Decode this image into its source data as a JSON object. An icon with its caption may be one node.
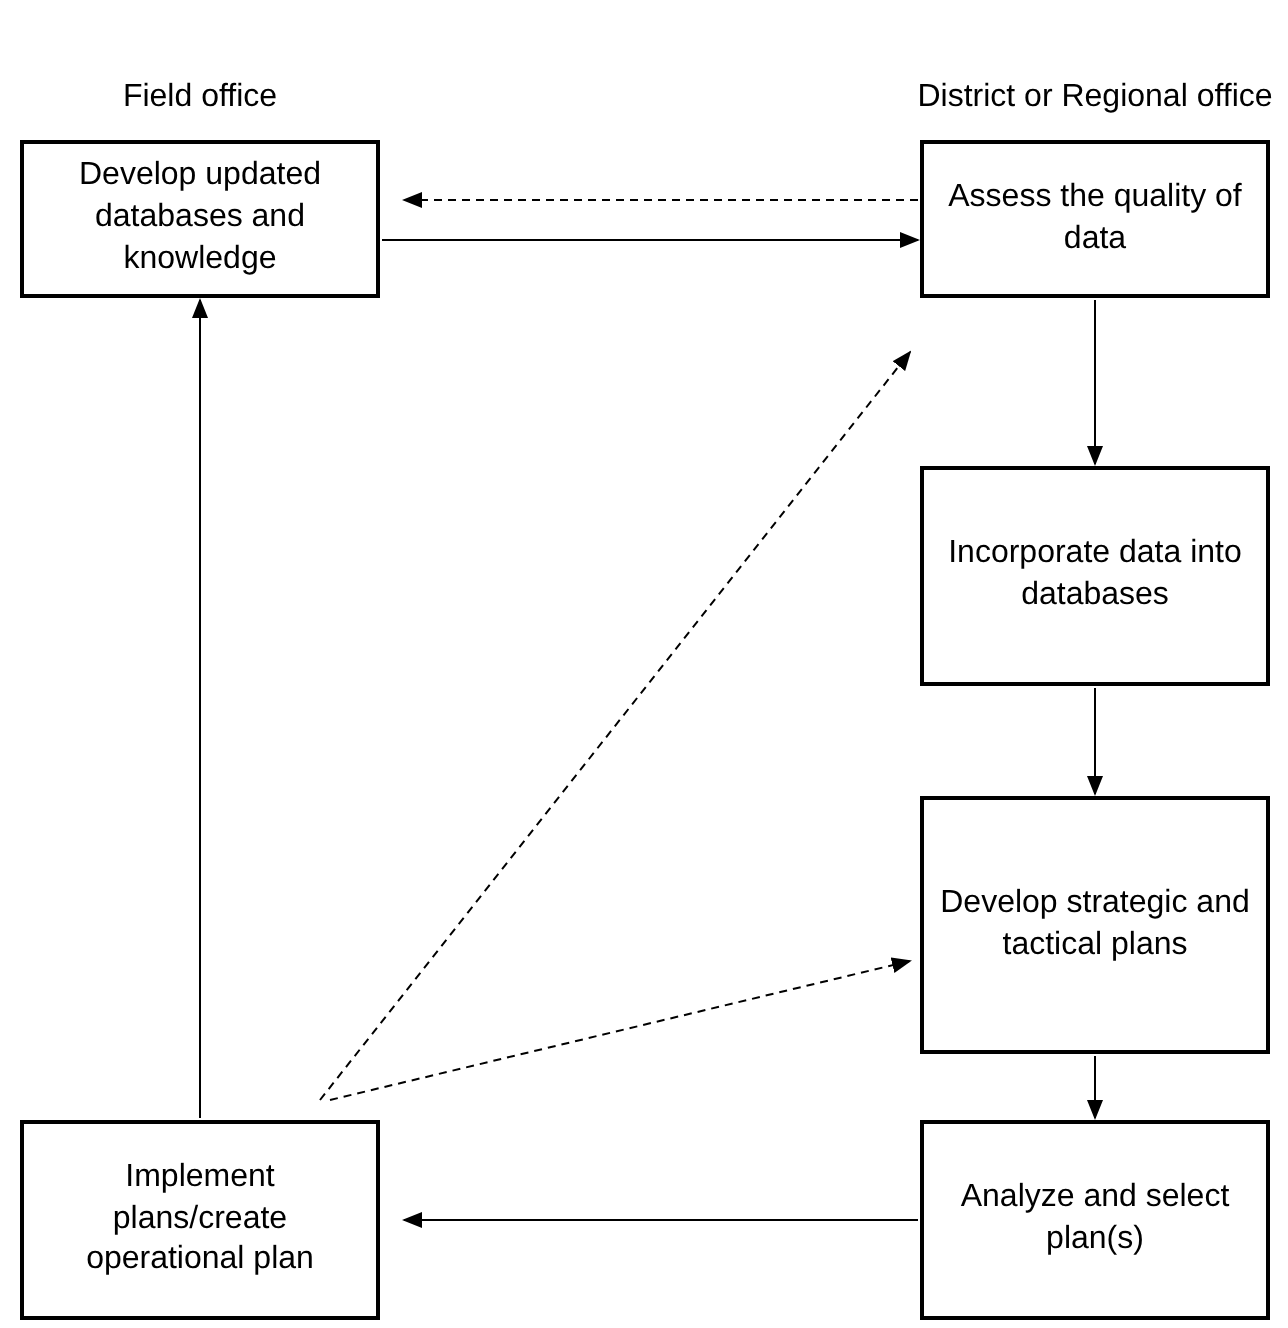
{
  "diagram": {
    "nodes": [
      {
        "text": [
          "Field office",
          "Develop updated databases and knowledge"
        ]
      },
      {
        "text": [
          "District or Regional office",
          "Assess the quality of data"
        ]
      },
      {
        "text": [
          "Incorporate data into databases"
        ]
      },
      {
        "text": [
          "Develop strategic and tactical plans"
        ]
      },
      {
        "text": [
          "Analyze and select plan(s)"
        ]
      },
      {
        "text": [
          "Implement plans/create operational plan"
        ]
      }
    ],
    "edges": [
      {
        "from": 1,
        "to": 0,
        "arrow": "to",
        "style": "dashed"
      },
      {
        "from": 0,
        "to": 1,
        "arrow": "to"
      },
      {
        "from": 1,
        "to": 2,
        "arrow": "to"
      },
      {
        "from": 2,
        "to": 3,
        "arrow": "to"
      },
      {
        "from": 3,
        "to": 4,
        "arrow": "to"
      },
      {
        "from": 4,
        "to": 5,
        "arrow": "to"
      },
      {
        "from": 5,
        "to": 0,
        "arrow": "to"
      },
      {
        "from": 5,
        "to": 1,
        "arrow": "to",
        "style": "dashed"
      },
      {
        "from": 5,
        "to": 3,
        "arrow": "to",
        "style": "dashed"
      }
    ]
  }
}
